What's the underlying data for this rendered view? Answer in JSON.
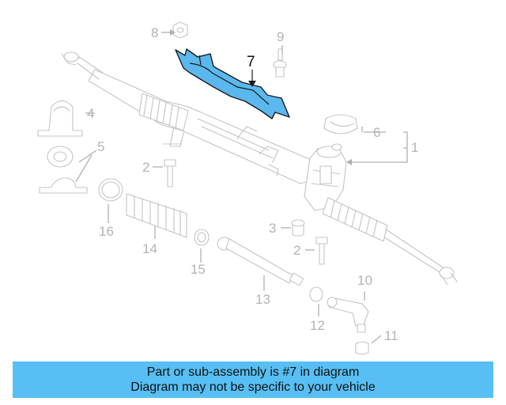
{
  "diagram": {
    "callouts": {
      "c1": "1",
      "c2a": "2",
      "c2b": "2",
      "c3": "3",
      "c4": "4",
      "c5": "5",
      "c6": "6",
      "c7": "7",
      "c8": "8",
      "c9": "9",
      "c10": "10",
      "c11": "11",
      "c12": "12",
      "c13": "13",
      "c14": "14",
      "c15": "15",
      "c16": "16"
    },
    "highlighted_part": "7",
    "highlight_color": "#57bff3"
  },
  "banner": {
    "line1": "Part or sub-assembly is #7 in diagram",
    "line2": "Diagram may not be specific to your vehicle",
    "background": "#57bff3"
  }
}
